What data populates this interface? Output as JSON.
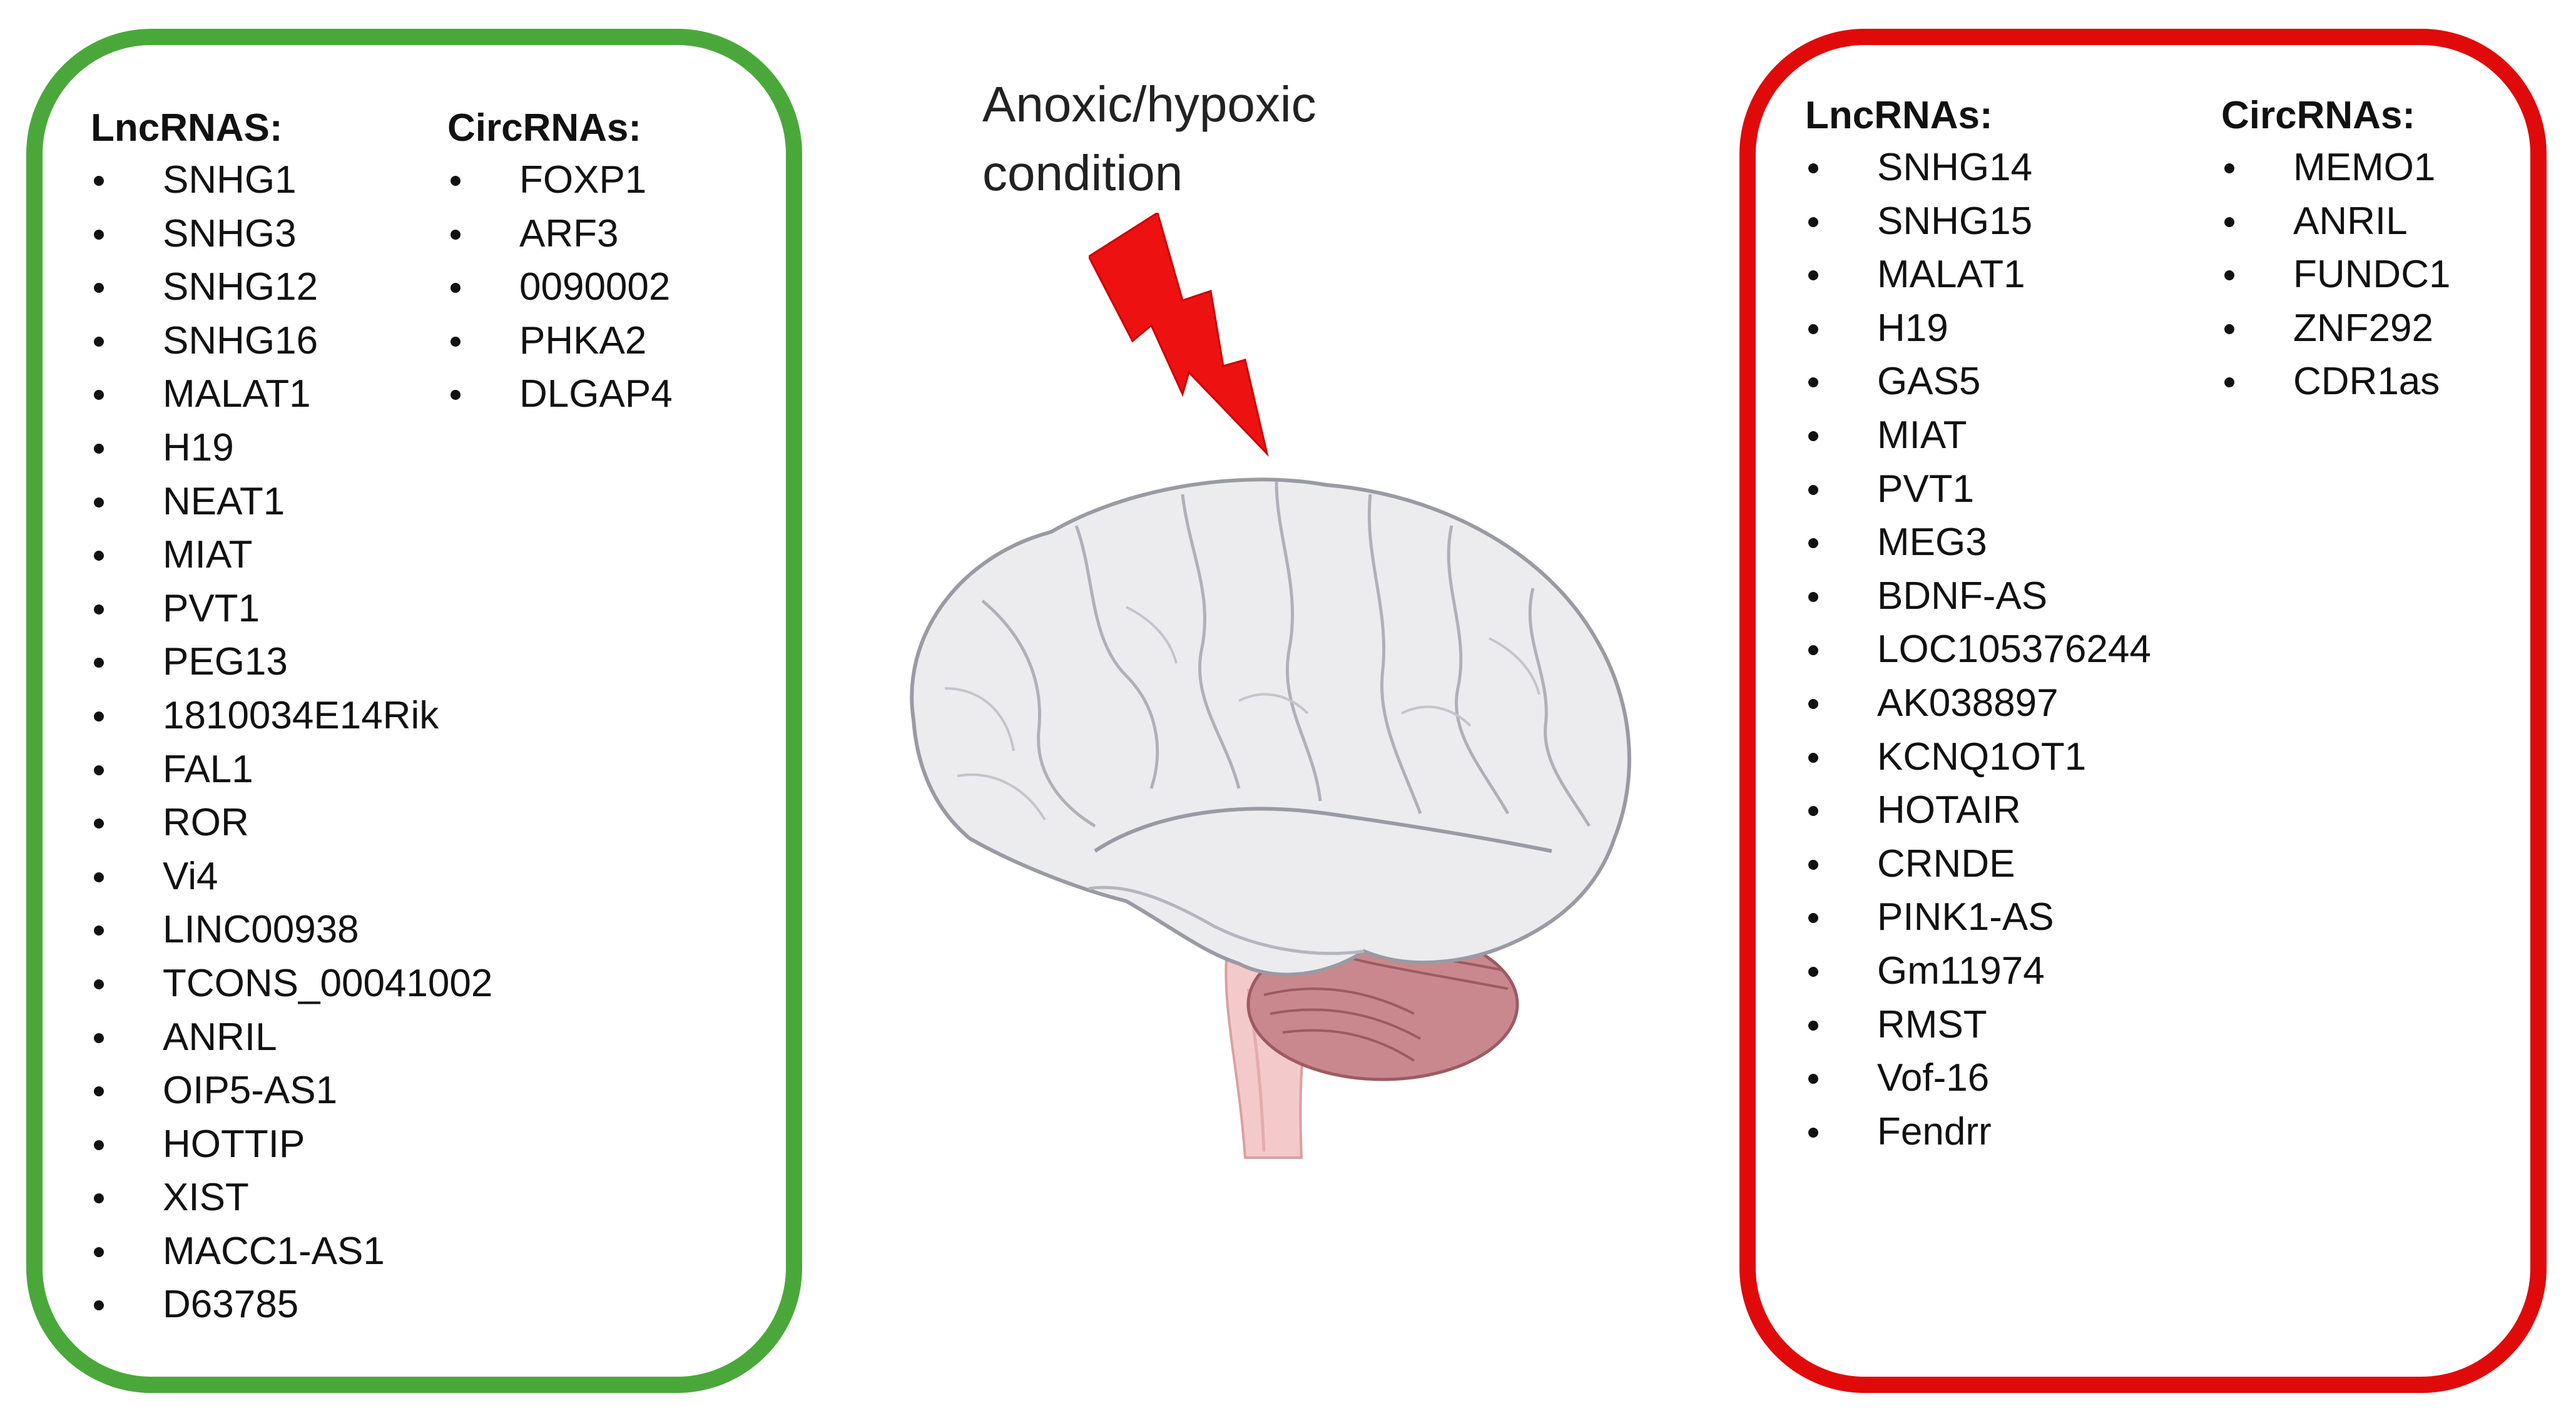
{
  "condition_label": "Anoxic/hypoxic\ncondition",
  "colors": {
    "left_border": "#4aa83a",
    "right_border": "#e00a0a",
    "lightning": "#ee1111"
  },
  "icons": {
    "trigger": "lightning-bolt-icon",
    "organ": "brain-illustration"
  },
  "left_panel": {
    "lnc": {
      "heading": "LncRNAS:",
      "items": [
        "SNHG1",
        "SNHG3",
        "SNHG12",
        "SNHG16",
        "MALAT1",
        "H19",
        "NEAT1",
        "MIAT",
        "PVT1",
        "PEG13",
        "1810034E14Rik",
        "FAL1",
        "ROR",
        "Vi4",
        "LINC00938",
        "TCONS_00041002",
        "ANRIL",
        "OIP5-AS1",
        "HOTTIP",
        "XIST",
        "MACC1-AS1",
        "D63785"
      ]
    },
    "circ": {
      "heading": "CircRNAs:",
      "items": [
        "FOXP1",
        "ARF3",
        "0090002",
        "PHKA2",
        "DLGAP4"
      ]
    }
  },
  "right_panel": {
    "lnc": {
      "heading": "LncRNAs:",
      "items": [
        "SNHG14",
        "SNHG15",
        "MALAT1",
        "H19",
        "GAS5",
        "MIAT",
        "PVT1",
        "MEG3",
        "BDNF-AS",
        "LOC105376244",
        "AK038897",
        "KCNQ1OT1",
        "HOTAIR",
        "CRNDE",
        "PINK1-AS",
        "Gm11974",
        "RMST",
        "Vof-16",
        "Fendrr"
      ]
    },
    "circ": {
      "heading": "CircRNAs:",
      "items": [
        "MEMO1",
        "ANRIL",
        "FUNDC1",
        "ZNF292",
        "CDR1as"
      ]
    }
  }
}
